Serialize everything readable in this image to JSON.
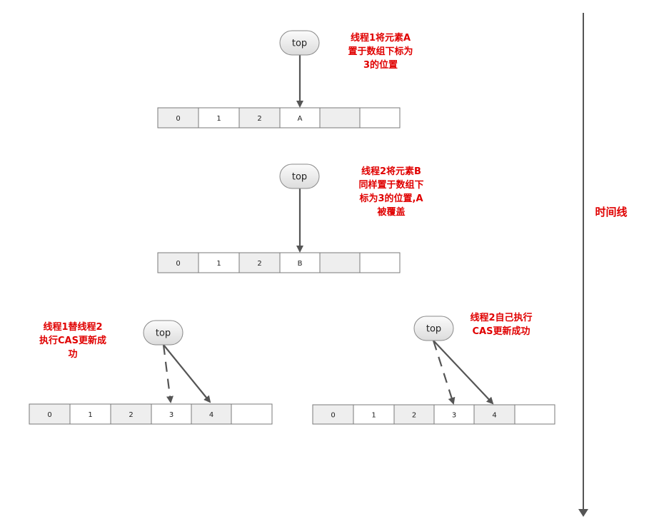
{
  "timeline": {
    "label": "时间线"
  },
  "pointer_label": "top",
  "stages": [
    {
      "note": [
        "线程1将元素A",
        "置于数组下标为",
        "3的位置"
      ],
      "cells": [
        "0",
        "1",
        "2",
        "A",
        "",
        ""
      ]
    },
    {
      "note": [
        "线程2将元素B",
        "同样置于数组下",
        "标为3的位置,A",
        "被覆盖"
      ],
      "cells": [
        "0",
        "1",
        "2",
        "B",
        "",
        ""
      ]
    },
    {
      "note": [
        "线程1替线程2",
        "执行CAS更新成",
        "功"
      ],
      "cells": [
        "0",
        "1",
        "2",
        "3",
        "4",
        ""
      ]
    },
    {
      "note": [
        "线程2自己执行",
        "CAS更新成功"
      ],
      "cells": [
        "0",
        "1",
        "2",
        "3",
        "4",
        ""
      ]
    }
  ],
  "colors": {
    "note": "#e00000",
    "cell_shaded": "#eeeeee",
    "cell_plain": "#ffffff",
    "arrow": "#555555"
  }
}
